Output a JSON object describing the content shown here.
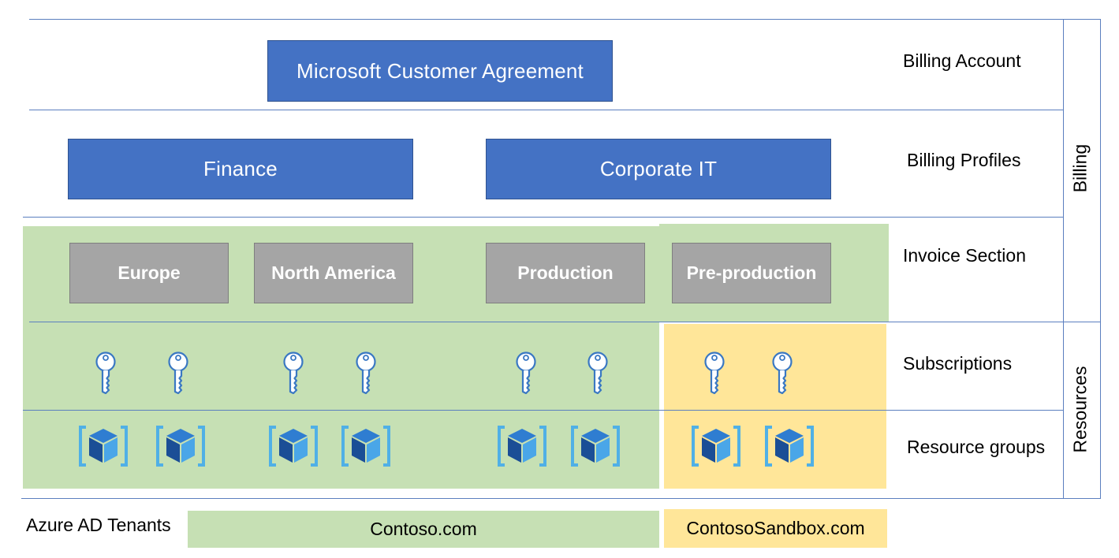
{
  "billing_account": {
    "box": "Microsoft Customer Agreement",
    "label": "Billing Account"
  },
  "billing_profiles": {
    "items": [
      "Finance",
      "Corporate IT"
    ],
    "label": "Billing Profiles"
  },
  "invoice_sections": {
    "items": [
      "Europe",
      "North America",
      "Production",
      "Pre-production"
    ],
    "label": "Invoice Section"
  },
  "subscriptions": {
    "label": "Subscriptions",
    "icon": "key-icon"
  },
  "resource_groups": {
    "label": "Resource groups",
    "icon": "cube-icon"
  },
  "side_labels": {
    "billing": "Billing",
    "resources": "Resources"
  },
  "tenants": {
    "label": "Azure AD Tenants",
    "items": [
      "Contoso.com",
      "ContosoSandbox.com"
    ]
  },
  "colors": {
    "blue_box": "#4472c4",
    "gray_box": "#a5a5a5",
    "green_area": "#c6e0b4",
    "yellow_area": "#ffe699",
    "lines": "#5b7fbf"
  }
}
